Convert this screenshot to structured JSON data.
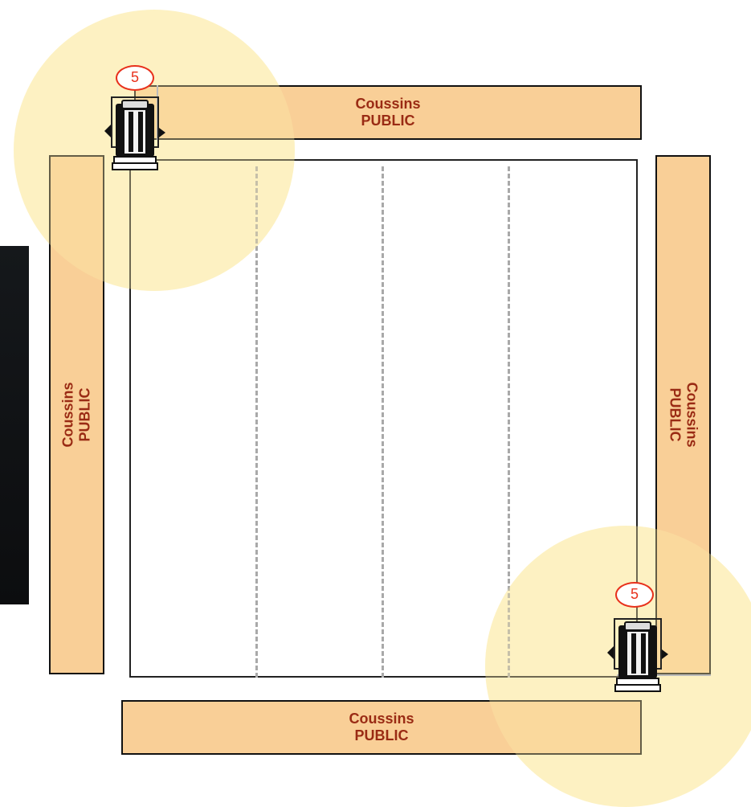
{
  "cushions": [
    {
      "id": "top",
      "line1": "Coussins",
      "line2": "PUBLIC"
    },
    {
      "id": "left",
      "line1": "Coussins",
      "line2": "PUBLIC"
    },
    {
      "id": "right",
      "line1": "Coussins",
      "line2": "PUBLIC"
    },
    {
      "id": "bottom",
      "line1": "Coussins",
      "line2": "PUBLIC"
    }
  ],
  "fixtures": [
    {
      "id": "top-left",
      "number": "5"
    },
    {
      "id": "bottom-right",
      "number": "5"
    }
  ],
  "colors": {
    "cushion_fill": "#f9cf97",
    "cushion_text": "#9a2b14",
    "light_pool": "#fcecaa",
    "badge": "#e8311c",
    "divider": "#a9a9a9"
  }
}
